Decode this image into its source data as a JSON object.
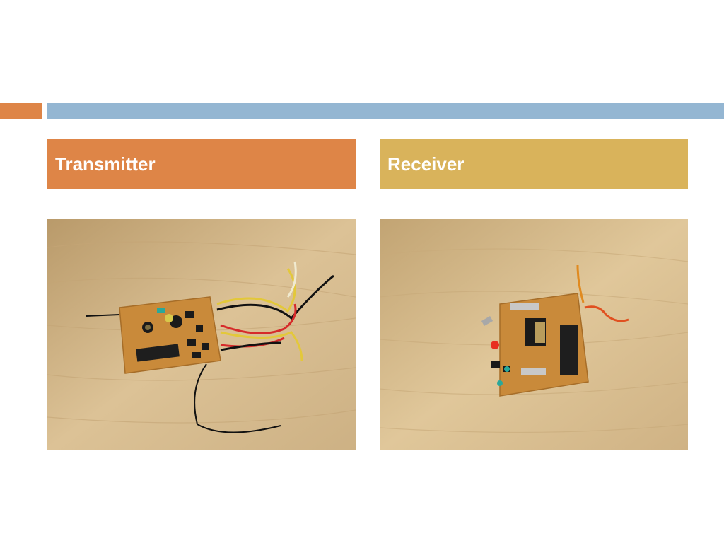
{
  "slide": {
    "left_header": "Transmitter",
    "right_header": "Receiver"
  },
  "photos": {
    "left": "transmitter-circuit-photo",
    "right": "receiver-circuit-photo"
  },
  "colors": {
    "orange_accent": "#de8547",
    "blue_bar": "#94b6d2",
    "gold_header": "#d9b35b",
    "wood": "#d7bb8a",
    "pcb": "#c98a3a"
  }
}
